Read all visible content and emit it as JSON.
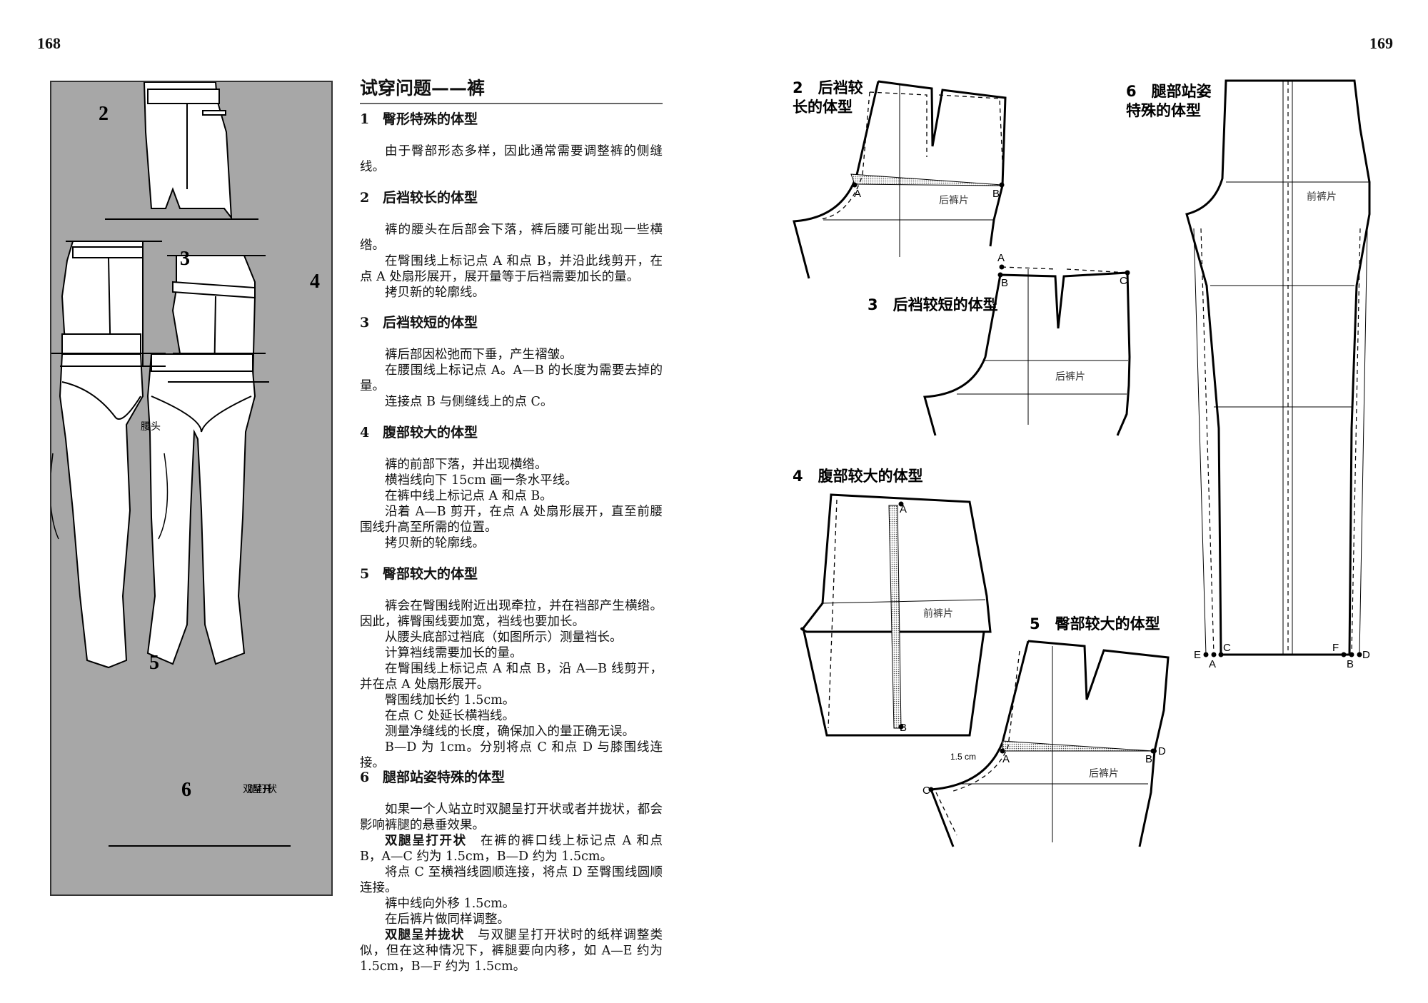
{
  "page_numbers": {
    "left": "168",
    "right": "169"
  },
  "title": "试穿问题——裤",
  "illustration": {
    "figure_numbers": [
      "2",
      "3",
      "4",
      "5",
      "6"
    ],
    "waistband_label": "腰头",
    "legs_open_label": "双腿呈打开状"
  },
  "sections": [
    {
      "num": "1",
      "heading": "臀形特殊的体型",
      "paragraphs": [
        "由于臀部形态多样，因此通常需要调整裤的侧缝线。"
      ]
    },
    {
      "num": "2",
      "heading": "后裆较长的体型",
      "paragraphs": [
        "裤的腰头在后部会下落，裤后腰可能出现一些横绺。",
        "在臀围线上标记点 A 和点 B，并沿此线剪开，在点 A 处扇形展开，展开量等于后裆需要加长的量。",
        "拷贝新的轮廓线。"
      ]
    },
    {
      "num": "3",
      "heading": "后裆较短的体型",
      "paragraphs": [
        "裤后部因松弛而下垂，产生褶皱。",
        "在腰围线上标记点 A。A—B 的长度为需要去掉的量。",
        "连接点 B 与侧缝线上的点 C。"
      ]
    },
    {
      "num": "4",
      "heading": "腹部较大的体型",
      "paragraphs": [
        "裤的前部下落，并出现横绺。",
        "横裆线向下 15cm 画一条水平线。",
        "在裤中线上标记点 A 和点 B。",
        "沿着 A—B 剪开，在点 A 处扇形展开，直至前腰围线升高至所需的位置。",
        "拷贝新的轮廓线。"
      ]
    },
    {
      "num": "5",
      "heading": "臀部较大的体型",
      "paragraphs": [
        "裤会在臀围线附近出现牵拉，并在裆部产生横绺。因此，裤臀围线要加宽，裆线也要加长。",
        "从腰头底部过裆底（如图所示）测量裆长。",
        "计算裆线需要加长的量。",
        "在臀围线上标记点 A 和点 B，沿 A—B 线剪开，并在点 A 处扇形展开。",
        "臀围线加长约 1.5cm。",
        "在点 C 处延长横裆线。",
        "测量净缝线的长度，确保加入的量正确无误。",
        "B—D 为 1cm。分别将点 C 和点 D 与膝围线连接。"
      ]
    },
    {
      "num": "6",
      "heading": "腿部站姿特殊的体型",
      "paragraphs": [
        "如果一个人站立时双腿呈打开状或者并拢状，都会影响裤腿的悬垂效果。"
      ],
      "open_label": "双腿呈打开状",
      "open_text": "在裤的裤口线上标记点 A 和点 B，A—C 约为 1.5cm，B—D 约为 1.5cm。",
      "open_paragraphs": [
        "将点 C 至横裆线圆顺连接，将点 D 至臀围线圆顺连接。",
        "裤中线向外移 1.5cm。",
        "在后裤片做同样调整。"
      ],
      "closed_label": "双腿呈并拢状",
      "closed_text": "与双腿呈打开状时的纸样调整类似，但在这种情况下，裤腿要向内移，如 A—E 约为 1.5cm，B—F 约为 1.5cm。"
    }
  ],
  "diagrams": {
    "d2": {
      "title_line1": "2　后裆较",
      "title_line2": "长的体型",
      "piece": "后裤片",
      "points": [
        "A",
        "B"
      ]
    },
    "d3": {
      "title": "3　后裆较短的体型",
      "piece": "后裤片",
      "points": [
        "A",
        "B",
        "C"
      ]
    },
    "d4": {
      "title": "4　腹部较大的体型",
      "piece": "前裤片",
      "points": [
        "A",
        "B"
      ]
    },
    "d5": {
      "title": "5　臀部较大的体型",
      "piece": "后裤片",
      "measure": "1.5 cm",
      "points": [
        "A",
        "B",
        "C",
        "D"
      ]
    },
    "d6": {
      "title_line1": "6　腿部站姿",
      "title_line2": "特殊的体型",
      "piece": "前裤片",
      "points": [
        "E",
        "A",
        "C",
        "F",
        "B",
        "D"
      ]
    }
  }
}
